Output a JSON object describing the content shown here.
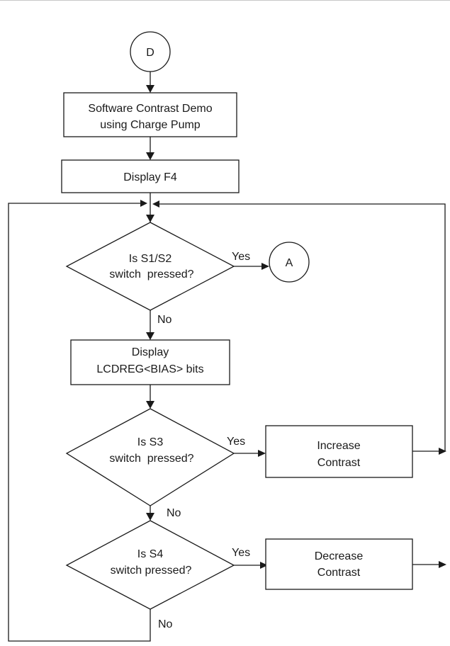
{
  "connectors": {
    "start": "D",
    "exit": "A"
  },
  "process": {
    "demo_line1": "Software Contrast Demo",
    "demo_line2": "using Charge Pump",
    "display_f4": "Display F4",
    "display_bias_line1": "Display",
    "display_bias_line2": "LCDREG<BIAS> bits",
    "increase_line1": "Increase",
    "increase_line2": "Contrast",
    "decrease_line1": "Decrease",
    "decrease_line2": "Contrast"
  },
  "decisions": {
    "s1s2_line1": "Is S1/S2",
    "s1s2_line2": "switch  pressed?",
    "s3_line1": "Is S3",
    "s3_line2": "switch  pressed?",
    "s4_line1": "Is S4",
    "s4_line2": "switch pressed?"
  },
  "labels": {
    "yes": "Yes",
    "no": "No"
  }
}
